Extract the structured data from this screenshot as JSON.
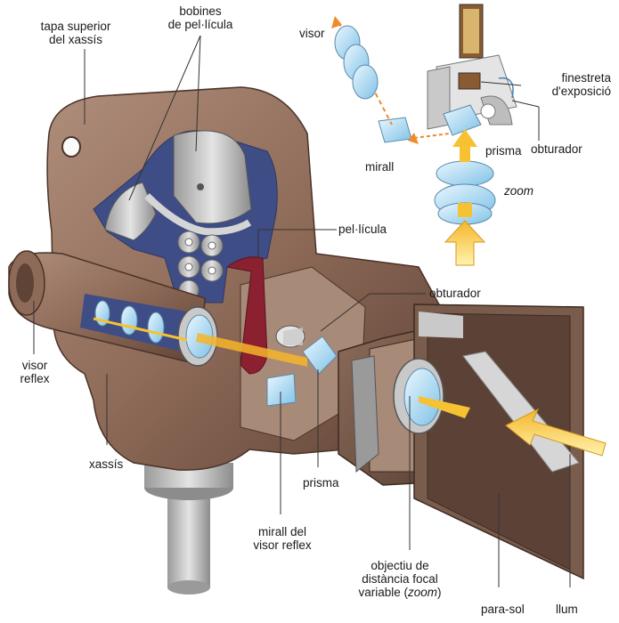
{
  "labels": {
    "tapa_superior": [
      "tapa superior",
      "del xassís"
    ],
    "bobines": [
      "bobines",
      "de pel·lícula"
    ],
    "visor": "visor",
    "finestreta": [
      "finestreta",
      "d'exposició"
    ],
    "obturador_top": "obturador",
    "prisma_top": "prisma",
    "mirall": "mirall",
    "zoom": "zoom",
    "pellicula": "pel·lícula",
    "obturador": "obturador",
    "visor_reflex": [
      "visor",
      "reflex"
    ],
    "xassis": "xassís",
    "prisma": "prisma",
    "mirall_visor": [
      "mirall del",
      "visor reflex"
    ],
    "objectiu": [
      "objectiu de",
      "distància focal",
      "variable (",
      "zoom",
      ")"
    ],
    "para_sol": "para-sol",
    "llum": "llum"
  },
  "colors": {
    "body": "#8e6a58",
    "body_dark": "#5e4336",
    "body_light": "#b89684",
    "interior_blue": "#3f4d86",
    "gray": "#c9c9c9",
    "lens_blue": "#bfe3f5",
    "belt_red": "#8a2030",
    "light_arrow": "#f6c232",
    "dotted_arrow": "#f08a2a",
    "hood": "#7a5c4c",
    "hood_inner": "#a78a78"
  }
}
